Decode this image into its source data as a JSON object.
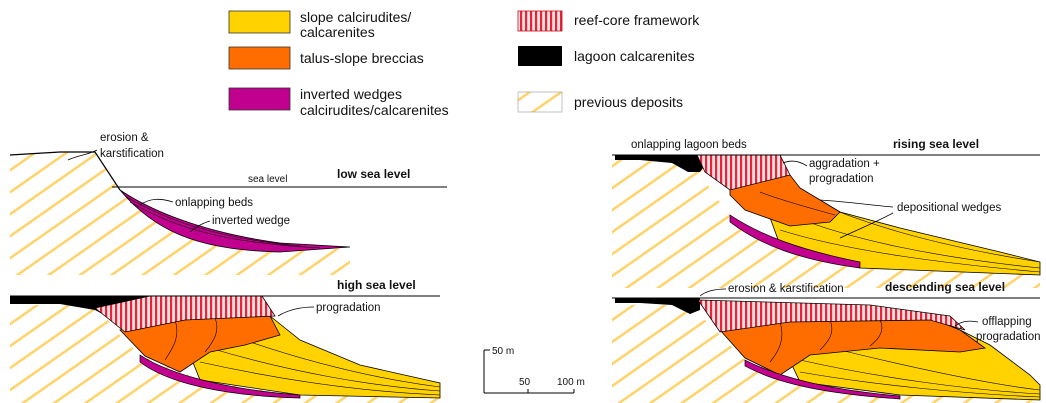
{
  "colors": {
    "slope": "#ffd200",
    "breccia": "#ff6d00",
    "wedge": "#c2008f",
    "lagoon": "#000000",
    "reef_stripe": "#e8233a",
    "reef_bg": "#fde2e2",
    "previous": "#ffd36a"
  },
  "legend": {
    "slope_line1": "slope calcirudites/",
    "slope_line2": "calcarenites",
    "breccia": "talus-slope breccias",
    "wedge_line1": "inverted wedges",
    "wedge_line2": "calcirudites/calcarenites",
    "reef": "reef-core framework",
    "lagoon": "lagoon calcarenites",
    "previous": "previous deposits"
  },
  "panels": {
    "low": {
      "title": "low sea level",
      "sea_level": "sea level",
      "erosion_line1": "erosion &",
      "erosion_line2": "karstification",
      "onlapping": "onlapping beds",
      "inverted": "inverted wedge"
    },
    "rising": {
      "title": "rising sea level",
      "lagoon_beds": "onlapping lagoon beds",
      "aggr_line1": "aggradation +",
      "aggr_line2": "progradation",
      "wedges": "depositional wedges"
    },
    "high": {
      "title": "high sea level",
      "progradation": "progradation"
    },
    "descending": {
      "title": "descending sea level",
      "erosion": "erosion & karstification",
      "off_line1": "offlapping",
      "off_line2": "progradation"
    }
  },
  "scale": {
    "vertical": "50 m",
    "h_mid": "50",
    "h_end": "100 m"
  }
}
